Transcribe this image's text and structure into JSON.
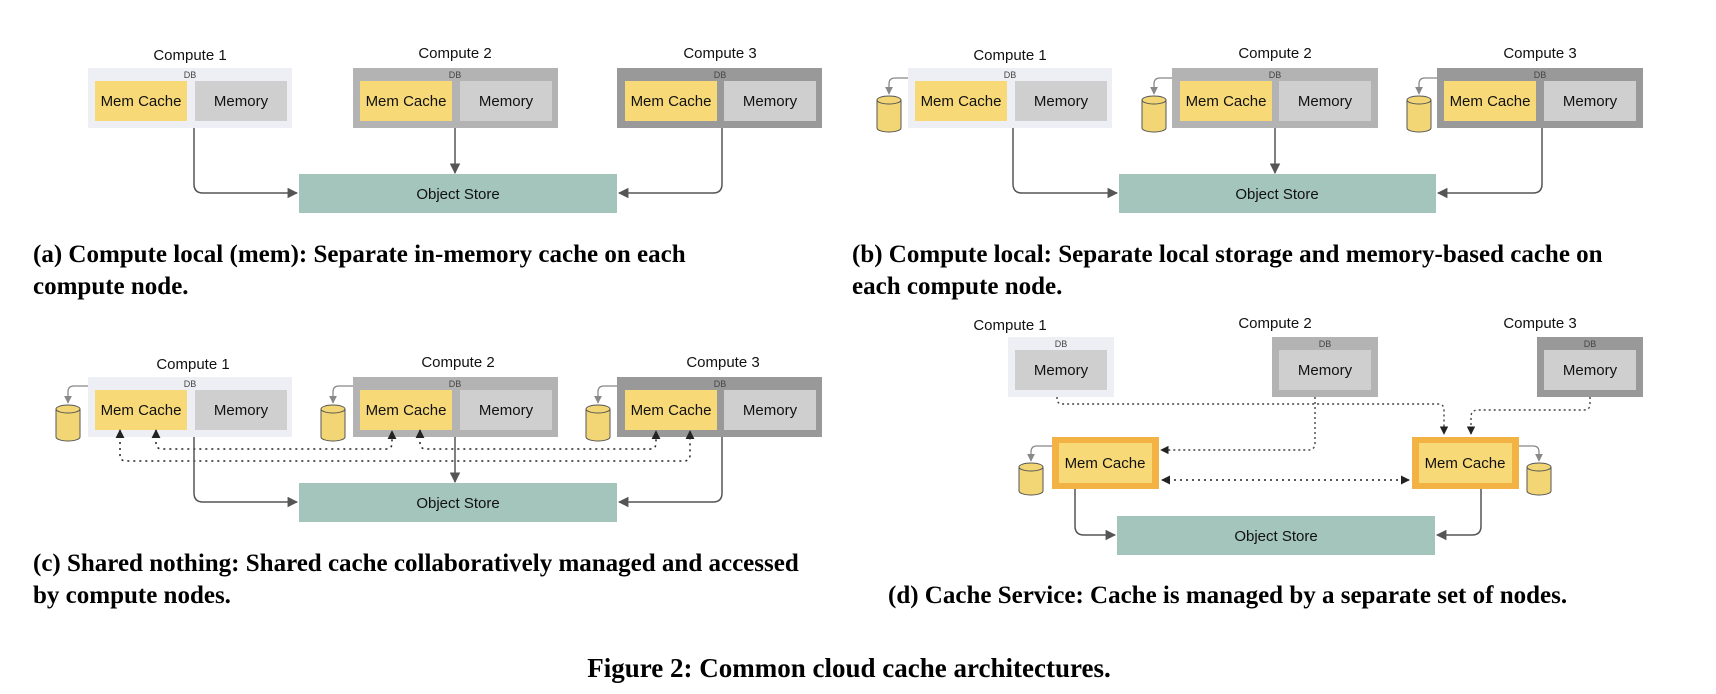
{
  "colors": {
    "mem_cache": "#f7d978",
    "memory": "#cfcfcf",
    "object_store": "#a3c5bc",
    "compute_light": "#eeeff4",
    "compute_mid": "#b3b3b3",
    "compute_dark": "#999999",
    "cache_node_border": "#f2b244",
    "arrow": "#555555",
    "disk": "#f2d675"
  },
  "labels": {
    "db": "DB",
    "mem_cache": "Mem Cache",
    "memory": "Memory",
    "object_store": "Object Store",
    "compute_1": "Compute 1",
    "compute_2": "Compute 2",
    "compute_3": "Compute 3"
  },
  "panels": {
    "a": {
      "caption_line1": "(a) Compute local (mem): Separate in-memory cache on each",
      "caption_line2": "compute node."
    },
    "b": {
      "caption_line1": "(b) Compute local: Separate local storage and memory-based cache on",
      "caption_line2": "each compute node."
    },
    "c": {
      "caption_line1": "(c) Shared nothing: Shared cache collaboratively managed and accessed",
      "caption_line2": "by compute nodes."
    },
    "d": {
      "caption_line1": "(d) Cache Service: Cache is managed by a separate set of nodes."
    }
  },
  "figure_caption": "Figure 2: Common cloud cache architectures."
}
